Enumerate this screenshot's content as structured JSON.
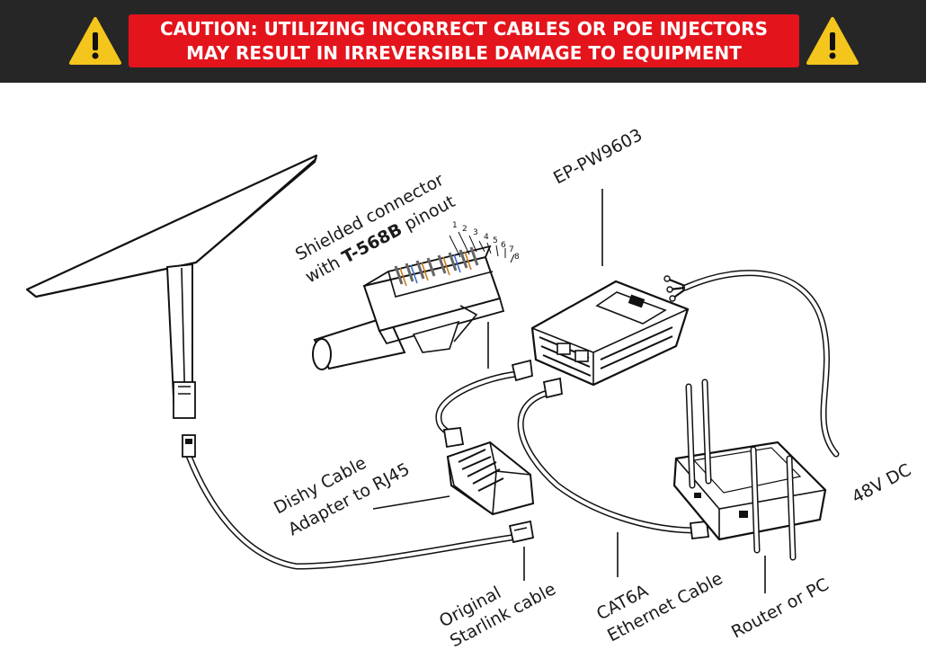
{
  "banner": {
    "line1": "CAUTION: UTILIZING INCORRECT CABLES OR POE INJECTORS",
    "line2": "MAY RESULT IN IRREVERSIBLE DAMAGE TO EQUIPMENT",
    "colors": {
      "bar": "#262626",
      "box": "#e4141c",
      "icon": "#f4c51c"
    },
    "icons": [
      "warning-triangle-icon",
      "warning-triangle-icon"
    ]
  },
  "labels": {
    "shielded_line1": "Shielded connector",
    "shielded_with": "with ",
    "shielded_bold": "T-568B",
    "shielded_rest": " pinout",
    "pins": [
      "1",
      "2",
      "3",
      "4",
      "5",
      "6",
      "7",
      "8"
    ],
    "injector": "EP-PW9603",
    "dishy_line1": "Dishy Cable",
    "dishy_line2": "Adapter to RJ45",
    "original_line1": "Original",
    "original_line2": "Starlink cable",
    "cat6a_line1": "CAT6A",
    "cat6a_line2": "Ethernet Cable",
    "router": "Router or PC",
    "power": "48V DC"
  }
}
